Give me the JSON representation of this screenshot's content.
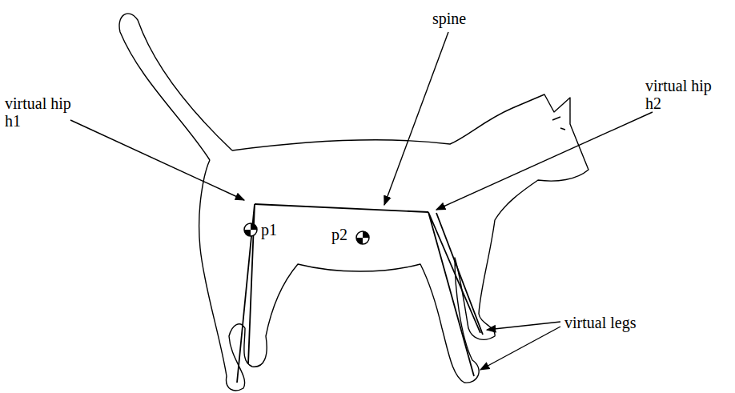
{
  "diagram": {
    "labels": [
      "virtual hip h1",
      "spine",
      "virtual hip h2",
      "p1",
      "p2",
      "virtual legs"
    ]
  }
}
